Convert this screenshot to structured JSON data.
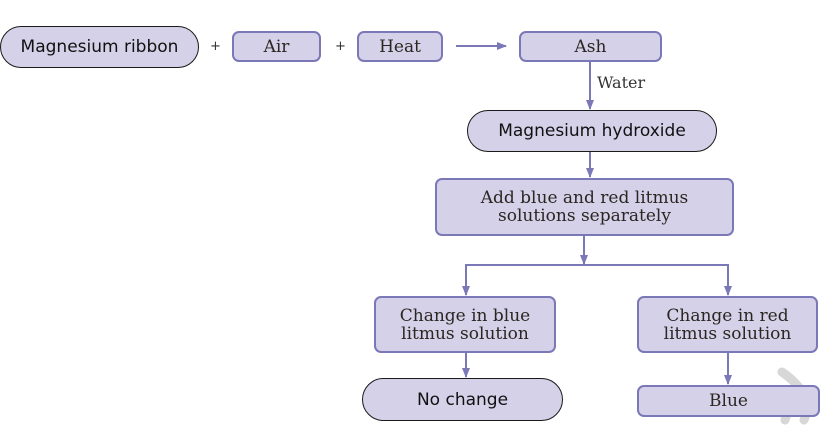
{
  "diagram": {
    "title": "Burning magnesium ribbon and testing the ash",
    "colors": {
      "box_fill": "#d4d1e8",
      "box_border": "#7b78b8",
      "connector": "#7b78b8",
      "pill_border": "#1a1a1a"
    },
    "nodes": {
      "magnesium_ribbon": "Magnesium ribbon",
      "air": "Air",
      "heat": "Heat",
      "ash": "Ash",
      "magnesium_hydroxide": "Magnesium hydroxide",
      "add_litmus_line1": "Add blue and red litmus",
      "add_litmus_line2": "solutions separately",
      "blue_litmus_line1": "Change in blue",
      "blue_litmus_line2": "litmus solution",
      "red_litmus_line1": "Change in red",
      "red_litmus_line2": "litmus solution",
      "no_change": "No change",
      "blue": "Blue"
    },
    "operators": {
      "plus_1": "+",
      "plus_2": "+"
    },
    "edge_labels": {
      "water": "Water"
    },
    "edges": [
      {
        "from": "heat",
        "to": "ash"
      },
      {
        "from": "ash",
        "to": "magnesium_hydroxide",
        "label": "Water"
      },
      {
        "from": "magnesium_hydroxide",
        "to": "add_litmus"
      },
      {
        "from": "add_litmus",
        "to": "blue_litmus"
      },
      {
        "from": "add_litmus",
        "to": "red_litmus"
      },
      {
        "from": "blue_litmus",
        "to": "no_change"
      },
      {
        "from": "red_litmus",
        "to": "blue"
      }
    ]
  }
}
